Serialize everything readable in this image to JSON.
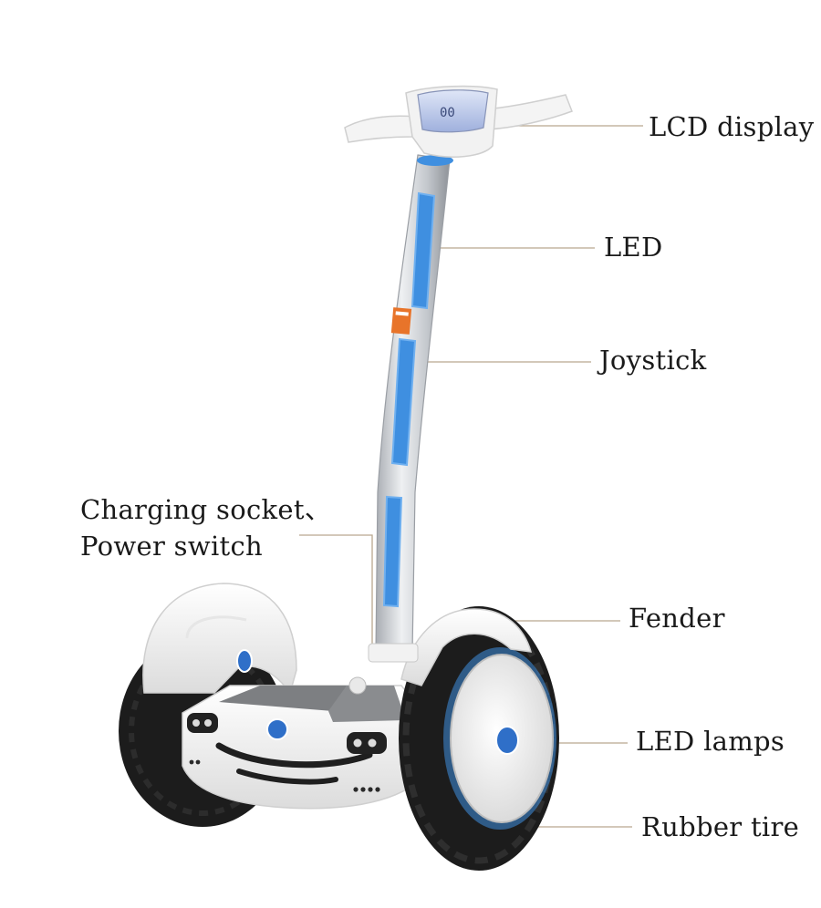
{
  "labels": {
    "lcd_display": "LCD display",
    "led": "LED",
    "joystick": "Joystick",
    "charging_socket": "Charging socket、",
    "power_switch": "Power switch",
    "fender": "Fender",
    "led_lamps": "LED lamps",
    "rubber_tire": "Rubber tire"
  },
  "display": {
    "screen_text": "00"
  },
  "colors": {
    "accent_blue": "#3f8fe0",
    "body_white": "#f7f7f7",
    "tire_black": "#1c1c1c",
    "pole_silver": "#c9ccd1",
    "leader_line": "#b9a88f",
    "warning_orange": "#e8742a"
  }
}
